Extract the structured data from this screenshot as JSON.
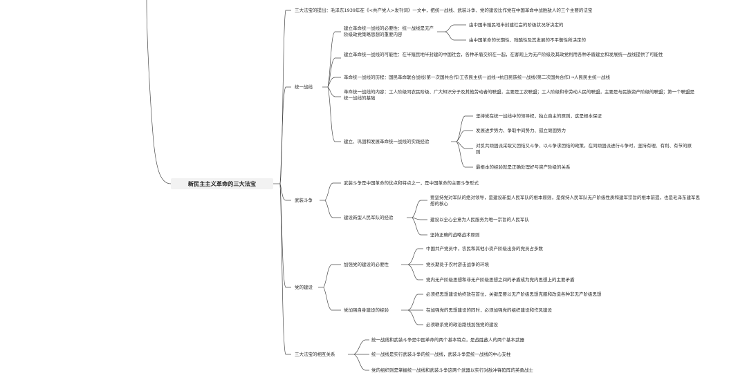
{
  "root": {
    "label": "新民主主义革命的三大法宝"
  },
  "intro": "三大法宝的提出：毛泽东1939年在《<共产党人>发刊词》一文中，把统一战线、武装斗争、党的建设比作党在中国革命中战胜敌人的三个主要的法宝",
  "unitedFront": {
    "label": "统一战线",
    "necessity": {
      "label": "建立革命统一战线的必要性：统一战线是无产阶级政党策略思想的重要内容",
      "items": [
        "由中国半殖民地半封建社会的阶级状况所决定的",
        "由中国革命的长期性、残酷性及其发展的不平衡性所决定的"
      ]
    },
    "possibility": "建立革命统一战线的可能性：在半殖民地半封建的中国社会，各种矛盾交织在一起，在客观上为无产阶级及其政党利用各种矛盾建立和发展统一战线提供了可能性",
    "history": "革命统一战线的历程：国民革命联合战线(第一次国共合作)工农民主统一战线→抗日民族统一战线(第二次国共合作)→人民民主统一战线",
    "content": "革命统一战线的内容：工人阶级同农民阶级、广大知识分子及其他劳动者的联盟，主要是工农联盟；工人阶级和非劳动人民的联盟，主要是与民族资产阶级的联盟；第一个联盟是统一战线的基础",
    "experience": {
      "label": "建立、巩固和发展革命统一战线的实践经验",
      "items": [
        "坚持党在统一战线中的领导权，独立自主的原则，这是根本保证",
        "发展进步势力、争取中间势力、孤立顽固势力",
        "对反共顽固派采取又团结又斗争、以斗争求团结的政策，在同顽固派进行斗争时，坚持有理、有利、有节的原则",
        "最根本的经验就是正确处理好与资产阶级的关系"
      ]
    }
  },
  "armedStruggle": {
    "label": "武装斗争",
    "feature": "武装斗争是中国革命的优点和特点之一，是中国革命的主要斗争形式",
    "army": {
      "label": "建设新型人民军队的经验",
      "items": [
        "要坚持党对军队的绝对领导，是建设新型人民军队的根本原则，是保持人民军队无产阶级性质和建军宗旨的根本前提，也是毛泽东建军思想的核心",
        "建设以全心全意为人民服务为唯一宗旨的人民军队",
        "坚持正确的战略战术原则"
      ]
    }
  },
  "partyBuilding": {
    "label": "党的建设",
    "necessity": {
      "label": "加强党的建设的必要性",
      "items": [
        "中国共产党员中，农民和其他小资产阶级出身的党员占多数",
        "党长期处于农村游击战争的环境",
        "党内无产阶级思想和非无产阶级思想之间的矛盾成为党内思想上的主要矛盾"
      ]
    },
    "experience": {
      "label": "党加强自身建设的经验",
      "items": [
        "必须把思想建设始终放在首位，关键是要以无产阶级思想克服和改造各种非无产阶级思想",
        "在加强党的思想建设的同时，必须加强党的组织建设和作风建设",
        "必须联系党的政治路线加强党的建设"
      ]
    }
  },
  "relation": {
    "label": "三大法宝的相互关系",
    "items": [
      "统一战线和武装斗争是中国革命的两个基本特点，是战胜敌人的两个基本武器",
      "统一战线是实行武装斗争的统一战线，武装斗争是统一战线的中心支柱",
      "党的组织则是掌握统一战线和武装斗争这两个武器以实行对敌冲锋陷阵的英勇战士"
    ]
  }
}
